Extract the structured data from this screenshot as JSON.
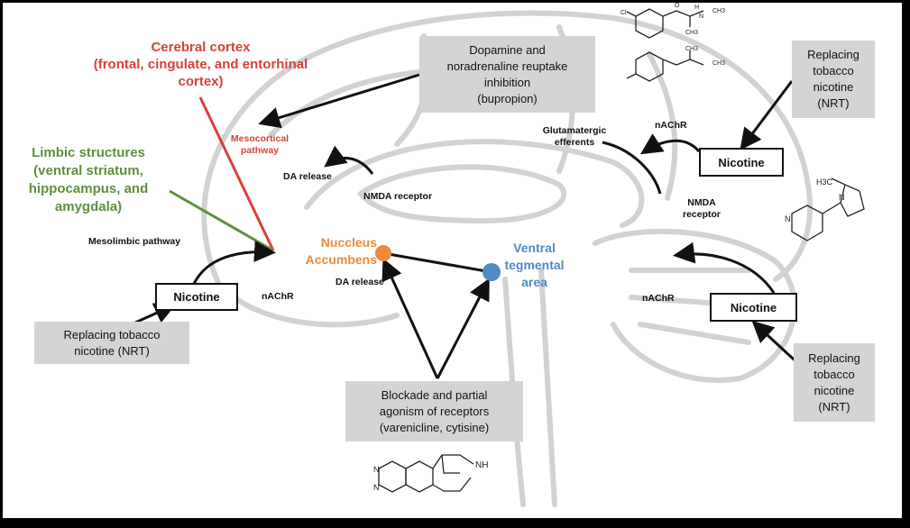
{
  "colors": {
    "cortex": "#d9413a",
    "limbic": "#5f8f3e",
    "accumbens": "#ec8a3a",
    "vta": "#4f8ac6",
    "box": "#d4d4d4"
  },
  "regions": {
    "cortex": [
      "Cerebral cortex",
      "(frontal, cingulate, and entorhinal",
      "cortex)"
    ],
    "limbic": [
      "Limbic structures",
      "(ventral striatum,",
      "hippocampus, and",
      "amygdala)"
    ],
    "accumbens": [
      "Nuccleus",
      "Accumbens"
    ],
    "vta": [
      "Ventral",
      "tegmental",
      "area"
    ]
  },
  "labels": {
    "mesocortical": [
      "Mesocortical",
      "pathway"
    ],
    "mesolimbic": "Mesolimbic pathway",
    "da_release_top": "DA release",
    "nmda_center": "NMDA receptor",
    "glutamatergic": [
      "Glutamatergic",
      "efferents"
    ],
    "nachr_top": "nAChR",
    "nmda_right": [
      "NMDA",
      "receptor"
    ],
    "nachr_left": "nAChR",
    "da_release_bottom": "DA release",
    "nachr_right": "nAChR"
  },
  "boxes": {
    "bupropion": [
      "Dopamine and",
      "noradrenaline reuptake",
      "inhibition",
      "(bupropion)"
    ],
    "nrt_top_right": [
      "Replacing",
      "tobacco",
      "nicotine",
      "(NRT)"
    ],
    "nrt_left": [
      "Replacing tobacco",
      "nicotine (NRT)"
    ],
    "varenicline": [
      "Blockade and partial",
      "agonism of receptors",
      "(varenicline, cytisine)"
    ],
    "nrt_bottom_right": [
      "Replacing",
      "tobacco",
      "nicotine",
      "(NRT)"
    ]
  },
  "nicotine_boxes": [
    "Nicotine",
    "Nicotine",
    "Nicotine"
  ],
  "molecules": {
    "bupropion_atoms": [
      "Cl",
      "O",
      "H",
      "N",
      "CH3",
      "CH3",
      "CH3",
      "CH3"
    ],
    "nicotine_atoms": [
      "H3C",
      "N",
      "N"
    ],
    "varenicline_atoms": [
      "N",
      "N",
      "NH"
    ]
  }
}
